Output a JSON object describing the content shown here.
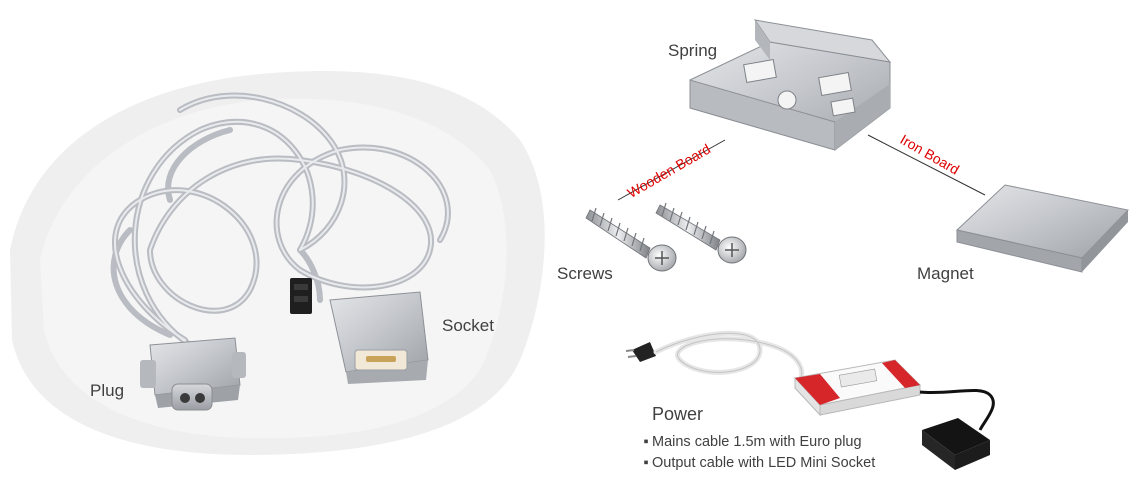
{
  "photo_left": {
    "labels": {
      "plug": "Plug",
      "socket": "Socket"
    }
  },
  "diagram_right": {
    "labels": {
      "spring": "Spring",
      "screws": "Screws",
      "magnet": "Magnet",
      "wooden_board": "Wooden Board",
      "iron_board": "Iron Board"
    },
    "power": {
      "title": "Power",
      "bullet": "▪",
      "features": [
        "Mains cable 1.5m with Euro plug",
        "Output cable with LED Mini Socket"
      ]
    },
    "colors": {
      "annotation_red": "#e00000",
      "label_gray": "#404040",
      "metal_silver": "#c9ccd0"
    }
  }
}
